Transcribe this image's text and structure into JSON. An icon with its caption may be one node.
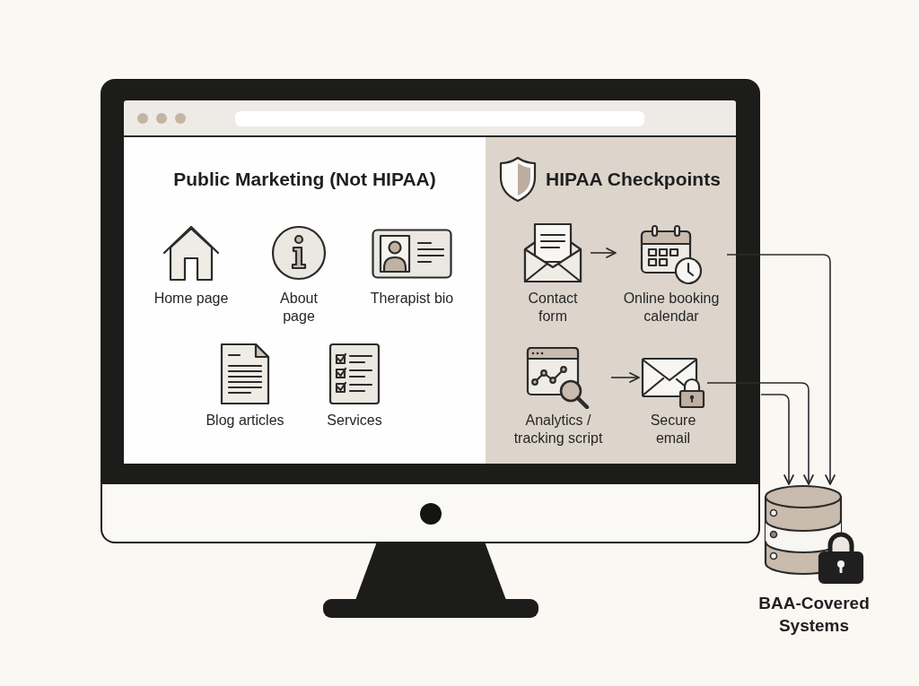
{
  "diagram": {
    "nodes": [
      {
        "text": [
          "Public Marketing (Not HIPAA)"
        ]
      },
      {
        "text": [
          "Home page"
        ],
        "in": 0
      },
      {
        "text": [
          "About page"
        ],
        "in": 0
      },
      {
        "text": [
          "Therapist bio"
        ],
        "in": 0
      },
      {
        "text": [
          "Blog articles"
        ],
        "in": 0
      },
      {
        "text": [
          "Services"
        ],
        "in": 0
      },
      {
        "text": [
          "HIPAA Checkpoints"
        ]
      },
      {
        "text": [
          "Contact form"
        ],
        "in": 6
      },
      {
        "text": [
          "Online booking calendar"
        ],
        "in": 6
      },
      {
        "text": [
          "Analytics / tracking script"
        ],
        "in": 6
      },
      {
        "text": [
          "Secure email"
        ],
        "in": 6
      },
      {
        "text": [
          "BAA-Covered Systems"
        ]
      }
    ],
    "edges": [
      {
        "from": 7,
        "to": 8,
        "arrow": "to"
      },
      {
        "from": 9,
        "to": 10,
        "arrow": "to"
      },
      {
        "from": 8,
        "to": 11,
        "arrow": "to"
      },
      {
        "from": 10,
        "to": 11,
        "arrow": "to"
      },
      {
        "from": null,
        "to": 11,
        "arrow": "to"
      }
    ]
  }
}
